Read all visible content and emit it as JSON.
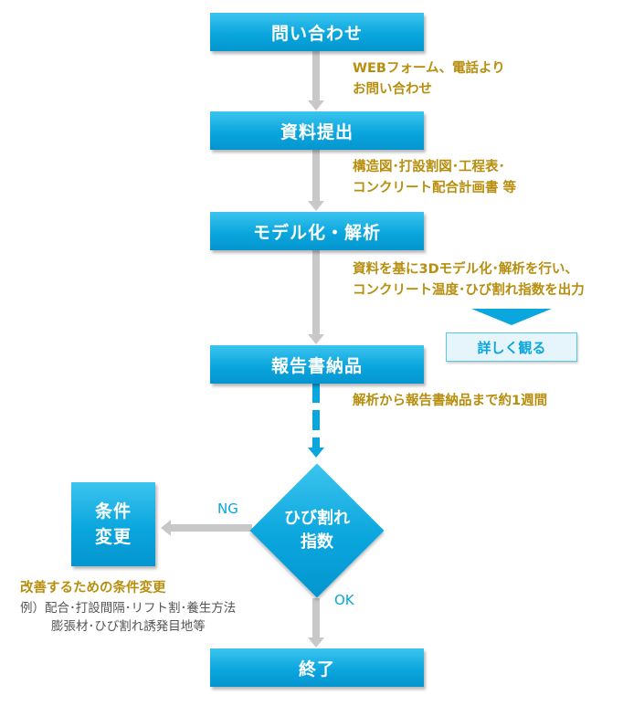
{
  "steps": {
    "inquiry": "問い合わせ",
    "submit": "資料提出",
    "analysis": "モデル化・解析",
    "report": "報告書納品",
    "end": "終了"
  },
  "notes": {
    "inquiry_line1": "WEBフォーム、電話より",
    "inquiry_line2": "お問い合わせ",
    "submit_line1": "構造図･打設割図･工程表･",
    "submit_line2": "コンクリート配合計画書 等",
    "analysis_line1": "資料を基に3Dモデル化･解析を行い、",
    "analysis_line2": "コンクリート温度･ひび割れ指数を出力",
    "report_line1": "解析から報告書納品まで約1週間"
  },
  "detail_button": "詳しく観る",
  "decision": {
    "line1": "ひび割れ",
    "line2": "指数",
    "ng_label": "NG",
    "ok_label": "OK"
  },
  "condition_box": {
    "line1": "条件",
    "line2": "変更"
  },
  "improvement": {
    "title": "改善するための条件変更",
    "example_line1": "例）配合･打設間隔･リフト割･養生方法",
    "example_line2": "膨張材･ひび割れ誘発目地等"
  },
  "colors": {
    "box_blue": "#0aa6de",
    "note_gold": "#b78e0e",
    "arrow_gray": "#c8c8c8"
  }
}
